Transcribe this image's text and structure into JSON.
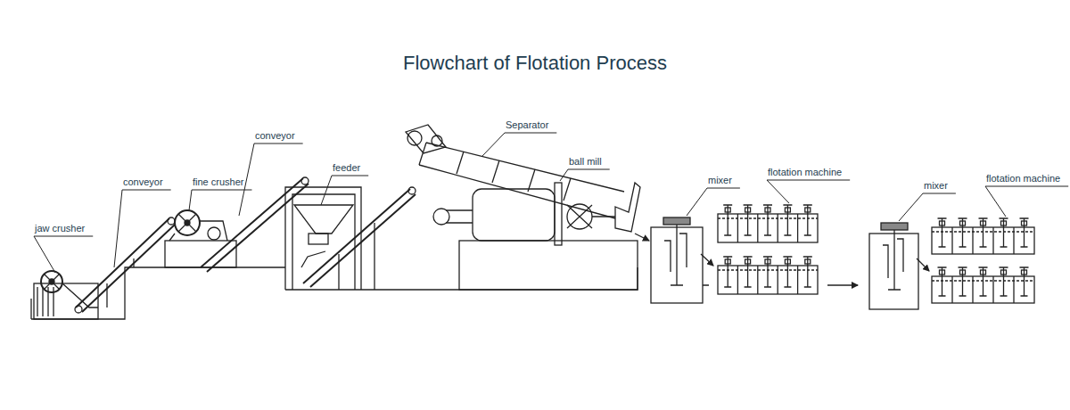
{
  "diagram": {
    "title": "Flowchart of Flotation Process",
    "labels": [
      "jaw crusher",
      "conveyor",
      "fine crusher",
      "conveyor",
      "feeder",
      "Separator",
      "ball mill",
      "mixer",
      "flotation machine",
      "mixer",
      "flotation machine"
    ]
  }
}
